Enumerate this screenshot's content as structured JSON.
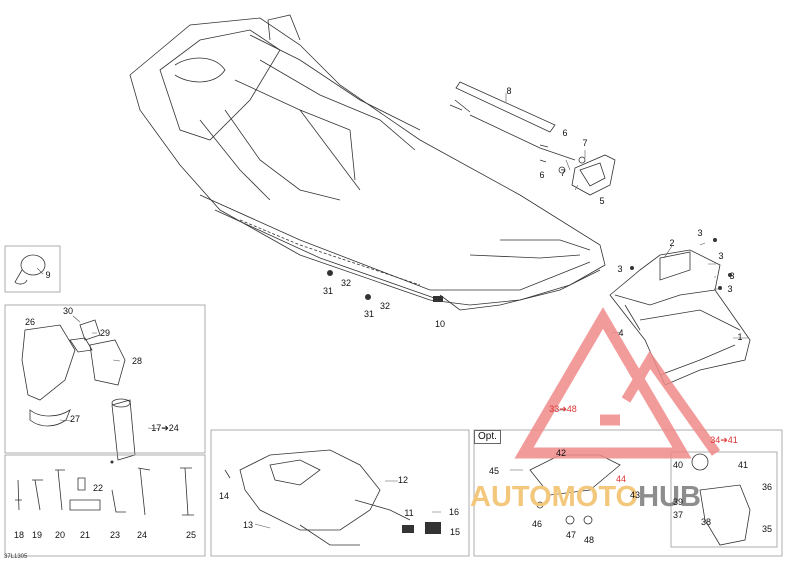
{
  "diagram_code": "37L1305",
  "optional_label": "Opt.",
  "watermark": {
    "part1": "AUTOMOTO",
    "part2": "HUB",
    "logo": "triangle-logo"
  },
  "callouts": {
    "c1": "1",
    "c2": "2",
    "c3a": "3",
    "c3b": "3",
    "c3c": "3",
    "c3d": "3",
    "c3e": "3",
    "c4": "4",
    "c5": "5",
    "c6a": "6",
    "c6b": "6",
    "c7a": "7",
    "c7b": "7",
    "c8": "8",
    "c9": "9",
    "c10": "10",
    "c11": "11",
    "c12": "12",
    "c13": "13",
    "c14": "14",
    "c15": "15",
    "c16": "16",
    "c17": "17➔24",
    "c18": "18",
    "c19": "19",
    "c20": "20",
    "c21": "21",
    "c22": "22",
    "c23": "23",
    "c24": "24",
    "c25": "25",
    "c26": "26",
    "c27": "27",
    "c28": "28",
    "c29": "29",
    "c30": "30",
    "c31a": "31",
    "c31b": "31",
    "c32a": "32",
    "c32b": "32",
    "c33": "33➔48",
    "c34": "34➔41",
    "c35": "35",
    "c36": "36",
    "c37": "37",
    "c38": "38",
    "c39": "39",
    "c40": "40",
    "c41": "41",
    "c42": "42",
    "c43": "43",
    "c44": "44",
    "c45": "45",
    "c46": "46",
    "c47": "47",
    "c48": "48"
  }
}
